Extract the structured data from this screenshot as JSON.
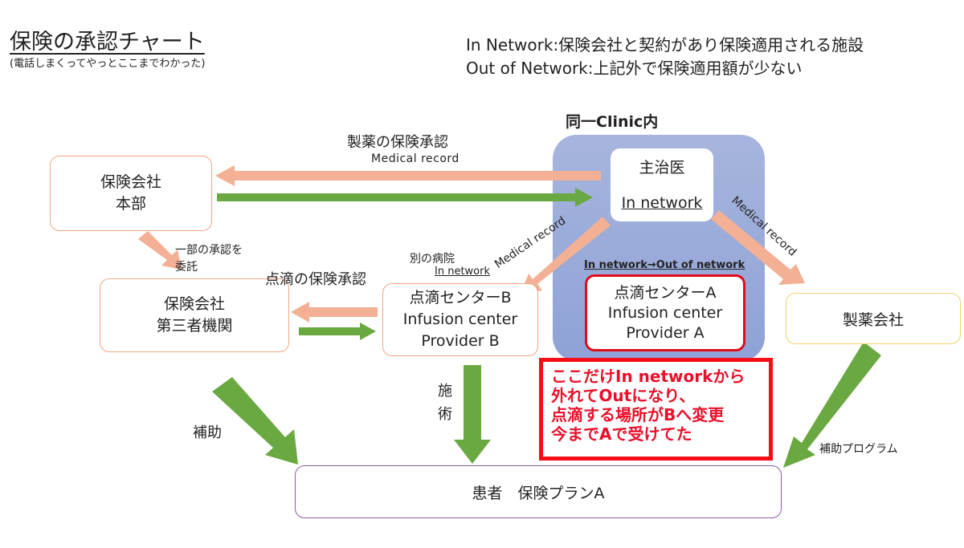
{
  "title": "保険の承認チャート",
  "subtitle": "(電話しまくってやっとここまでわかった)",
  "legend": {
    "line1": "In Network:保険会社と契約があり保険適用される施設",
    "line2": "Out of Network:上記外で保険適用額が少ない"
  },
  "clinic": {
    "label": "同一Clinic内"
  },
  "nodes": {
    "hq": {
      "line1": "保険会社",
      "line2": "本部"
    },
    "third_party": {
      "line1": "保険会社",
      "line2": "第三者機関"
    },
    "provider_b": {
      "line1": "点滴センターB",
      "line2": "Infusion center",
      "line3": "Provider B"
    },
    "doctor": {
      "line1": "主治医",
      "line2": "In network"
    },
    "provider_a": {
      "line1": "点滴センターA",
      "line2": "Infusion center",
      "line3": "Provider A"
    },
    "pharma": {
      "label": "製薬会社"
    },
    "patient": {
      "label": "患者　保険プランA"
    }
  },
  "labels": {
    "drug_approval": "製薬の保険承認",
    "medical_record_top": "Medical record",
    "partial_delegation_1": "一部の承認を",
    "partial_delegation_2": "委託",
    "iv_approval": "点滴の保険承認",
    "other_hospital": "別の病院",
    "in_network_small": "In network",
    "medical_record_left": "Medical record",
    "medical_record_right": "Medical record",
    "network_change": "In network→Out of network",
    "subsidy": "補助",
    "treatment_1": "施",
    "treatment_2": "術",
    "subsidy_program": "補助プログラム"
  },
  "note": {
    "line1": "ここだけIn networkから",
    "line2": "外れてOutになり、",
    "line3": "点滴する場所がBへ変更",
    "line4": "今までAで受けてた"
  },
  "colors": {
    "orange_arrow": "#f3b094",
    "green_arrow": "#6aa842",
    "clinic_bg": "#98a9d9",
    "alert_red": "#e8102a"
  }
}
